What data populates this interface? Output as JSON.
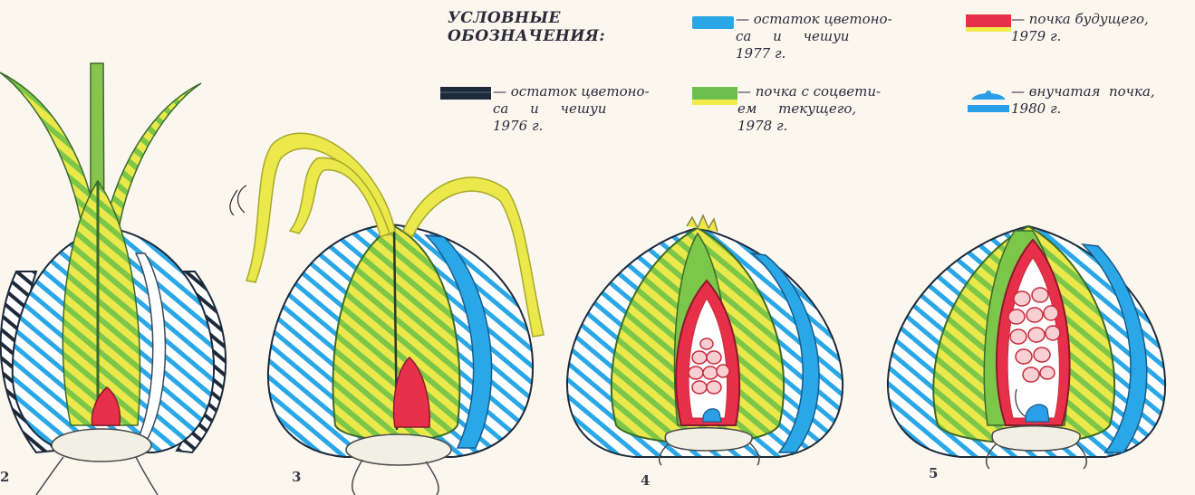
{
  "legend": {
    "title": "УСЛОВНЫЕ\nОБОЗНАЧЕНИЯ:",
    "items": [
      {
        "text": "— остаток цветоно-\nса     и     чешуи\n1976 г.",
        "color": "#1e2a3a",
        "icon": "dark-bar"
      },
      {
        "text": "— остаток цветоно-\nса     и     чешуи\n1977 г.",
        "color": "#2aa7e6",
        "icon": "blue-bar"
      },
      {
        "text": "— почка с соцвети-\nем     текущего,\n1978 г.",
        "color": "#6ec04e",
        "color2": "#f2ec4a",
        "icon": "green-yellow-bar"
      },
      {
        "text": "— почка будущего,\n1979 г.",
        "color": "#e8304a",
        "color2": "#f2ec4a",
        "icon": "red-yellow-bar"
      },
      {
        "text": "— внучатая  почка,\n1980 г.",
        "color": "#2a9ee6",
        "icon": "blue-dome"
      }
    ]
  },
  "figures": [
    {
      "number": "2"
    },
    {
      "number": "3"
    },
    {
      "number": "4"
    },
    {
      "number": "5"
    }
  ]
}
